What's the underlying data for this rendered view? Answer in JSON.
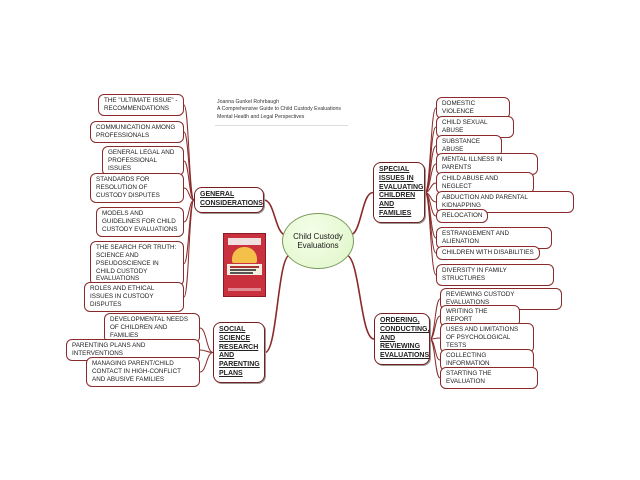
{
  "credit": {
    "author": "Joanna Gunkel Rohrbaugh",
    "book": "A Comprehensive Guide to Child Custody Evaluations",
    "subtitle": "Mental Health and Legal Perspectives"
  },
  "center": {
    "label": "Child Custody Evaluations"
  },
  "branches": {
    "general": {
      "label": "GENERAL CONSIDERATIONS",
      "leaves": [
        "THE \"ULTIMATE ISSUE\" - RECOMMENDATIONS",
        "COMMUNICATION AMONG PROFESSIONALS",
        "GENERAL LEGAL AND PROFESSIONAL ISSUES",
        "STANDARDS FOR RESOLUTION OF CUSTODY DISPUTES",
        "MODELS AND GUIDELINES FOR CHILD CUSTODY EVALUATIONS",
        "THE SEARCH FOR TRUTH: SCIENCE AND PSEUDOSCIENCE IN CHILD CUSTODY EVALUATIONS",
        "ROLES AND ETHICAL ISSUES IN CUSTODY DISPUTES"
      ]
    },
    "social": {
      "label": "SOCIAL SCIENCE RESEARCH AND PARENTING PLANS",
      "leaves": [
        "DEVELOPMENTAL NEEDS OF CHILDREN AND FAMILIES",
        "PARENTING PLANS AND INTERVENTIONS",
        "MANAGING PARENT/CHILD CONTACT IN HIGH-CONFLICT AND ABUSIVE FAMILIES"
      ]
    },
    "special": {
      "label": "SPECIAL ISSUES IN EVALUATING CHILDREN AND FAMILIES",
      "leaves": [
        "DOMESTIC VIOLENCE",
        "CHILD SEXUAL ABUSE",
        "SUBSTANCE ABUSE",
        "MENTAL ILLNESS IN PARENTS",
        "CHILD ABUSE AND NEGLECT",
        "ABDUCTION AND PARENTAL KIDNAPPING",
        "RELOCATION",
        "ESTRANGEMENT AND ALIENATION",
        "CHILDREN WITH DISABILITIES",
        "DIVERSITY IN FAMILY STRUCTURES"
      ]
    },
    "ordering": {
      "label": "ORDERING, CONDUCTING, AND REVIEWING EVALUATIONS",
      "leaves": [
        "REVIEWING CUSTODY EVALUATIONS",
        "WRITING THE REPORT",
        "USES AND LIMITATIONS OF PSYCHOLOGICAL TESTS",
        "COLLECTING INFORMATION",
        "STARTING THE EVALUATION"
      ]
    }
  },
  "colors": {
    "connector": "#8a2a2a",
    "center_fill": "#e6f7d4",
    "book": "#c9313f"
  }
}
